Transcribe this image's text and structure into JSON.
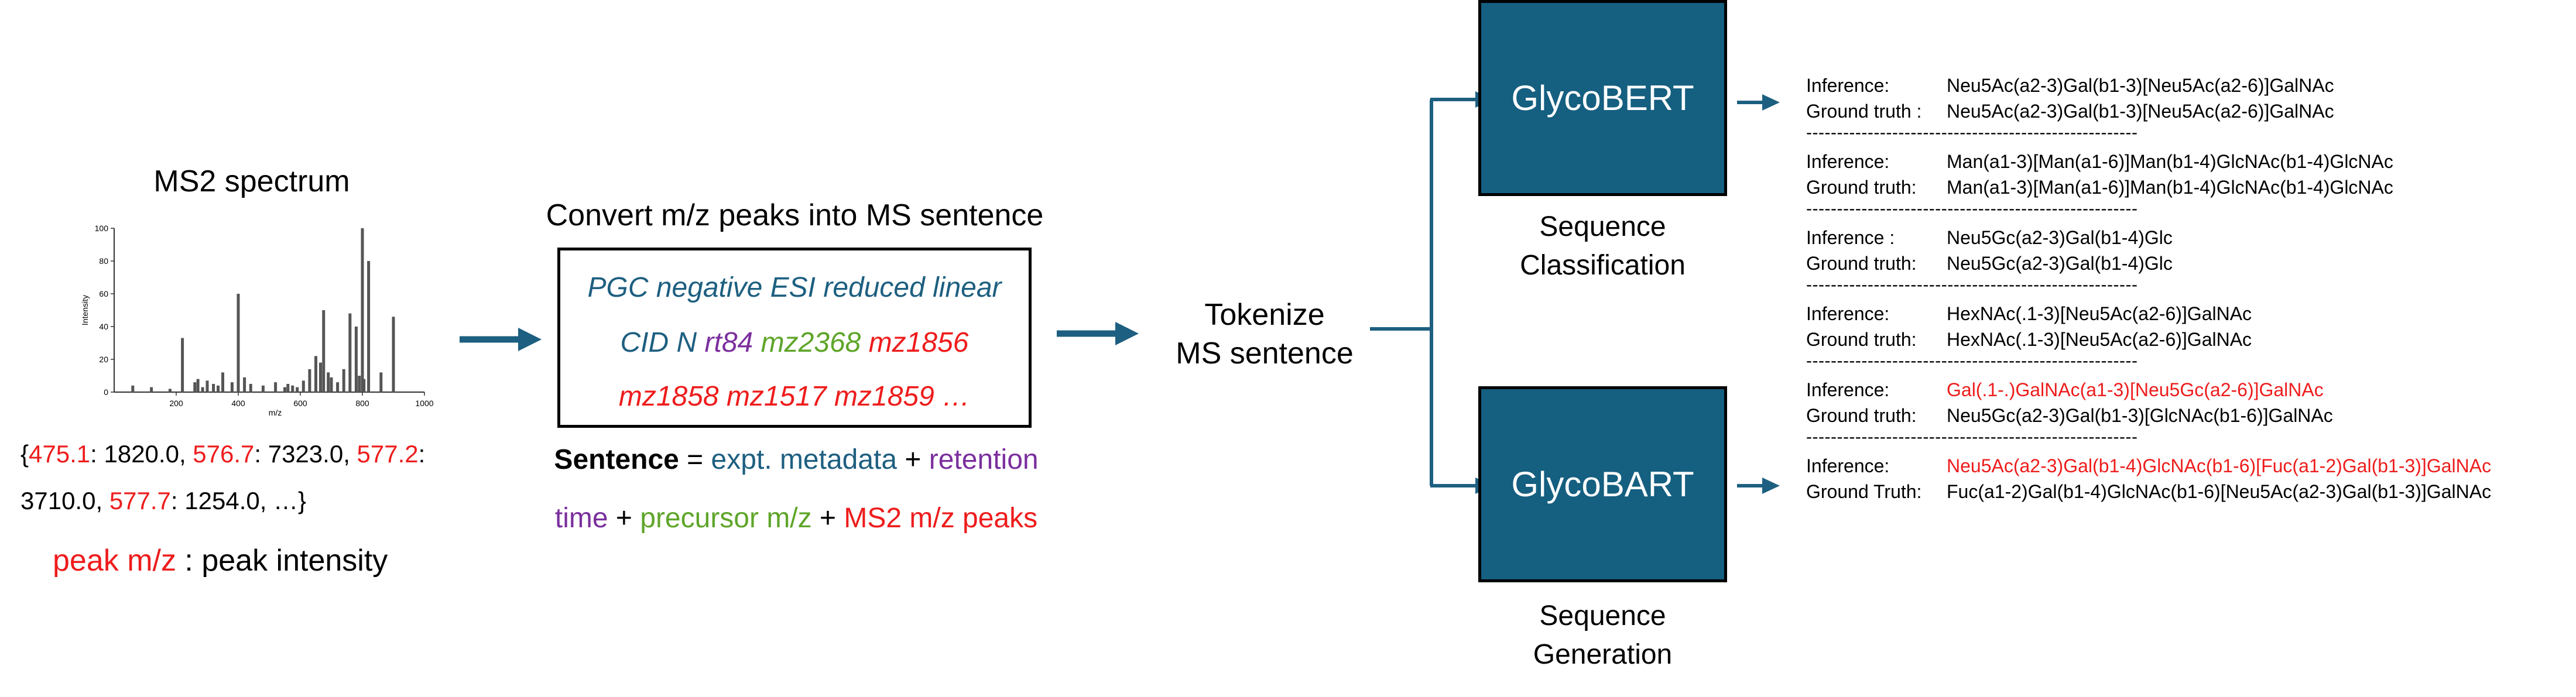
{
  "spectrum": {
    "title": "MS2 spectrum",
    "chart_data": {
      "type": "bar",
      "xlabel": "m/z",
      "ylabel": "Intensity",
      "xlim": [
        0,
        1000
      ],
      "ylim": [
        0,
        100
      ],
      "xticks": [
        "200",
        "400",
        "600",
        "800",
        "1000"
      ],
      "yticks": [
        "0",
        "20",
        "40",
        "60",
        "80",
        "100"
      ],
      "x": [
        60,
        120,
        180,
        220,
        260,
        270,
        285,
        300,
        320,
        335,
        350,
        380,
        400,
        420,
        440,
        480,
        520,
        550,
        560,
        575,
        590,
        610,
        630,
        650,
        665,
        675,
        690,
        700,
        720,
        740,
        760,
        780,
        790,
        800,
        805,
        820,
        860,
        900
      ],
      "values": [
        4,
        3,
        2,
        33,
        6,
        8,
        3,
        7,
        5,
        4,
        12,
        6,
        60,
        9,
        5,
        4,
        6,
        3,
        5,
        4,
        3,
        7,
        14,
        22,
        18,
        50,
        12,
        9,
        6,
        14,
        48,
        40,
        10,
        100,
        8,
        80,
        12,
        46
      ]
    },
    "peaks_line1_parts": [
      {
        "text": "{",
        "color": "black"
      },
      {
        "text": "475.1",
        "color": "red"
      },
      {
        "text": ": 1820.0, ",
        "color": "black"
      },
      {
        "text": "576.7",
        "color": "red"
      },
      {
        "text": ": 7323.0, ",
        "color": "black"
      },
      {
        "text": "577.2",
        "color": "red"
      },
      {
        "text": ":",
        "color": "black"
      }
    ],
    "peaks_line2_parts": [
      {
        "text": "3710.0, ",
        "color": "black"
      },
      {
        "text": "577.7",
        "color": "red"
      },
      {
        "text": ": 1254.0, …}",
        "color": "black"
      }
    ],
    "legend_red": "peak m/z",
    "legend_black": " : peak intensity"
  },
  "sentence": {
    "title": "Convert m/z peaks into MS sentence",
    "line1": "PGC negative ESI reduced linear",
    "line2_parts": [
      {
        "text": "CID N ",
        "color": "blue"
      },
      {
        "text": "rt84 ",
        "color": "purple"
      },
      {
        "text": "mz2368 ",
        "color": "green"
      },
      {
        "text": "mz1856",
        "color": "red"
      }
    ],
    "line3": "mz1858 mz1517 mz1859 …",
    "formula_line1_parts": [
      {
        "text": "Sentence",
        "color": "black",
        "bold": true
      },
      {
        "text": " = ",
        "color": "black"
      },
      {
        "text": "expt. metadata",
        "color": "blue"
      },
      {
        "text": " + ",
        "color": "black"
      },
      {
        "text": "retention",
        "color": "purple"
      }
    ],
    "formula_line2_parts": [
      {
        "text": "time",
        "color": "purple"
      },
      {
        "text": " + ",
        "color": "black"
      },
      {
        "text": "precursor m/z",
        "color": "green"
      },
      {
        "text": " + ",
        "color": "black"
      },
      {
        "text": "MS2 m/z peaks",
        "color": "red"
      }
    ]
  },
  "tokenize": {
    "line1": "Tokenize",
    "line2": "MS sentence"
  },
  "models": {
    "bert": {
      "name": "GlycoBERT",
      "cap1": "Sequence",
      "cap2": "Classification"
    },
    "bart": {
      "name": "GlycoBART",
      "cap1": "Sequence",
      "cap2": "Generation"
    }
  },
  "results": [
    {
      "l1": "Inference:",
      "v1": "Neu5Ac(a2-3)Gal(b1-3)[Neu5Ac(a2-6)]GalNAc",
      "r1": false,
      "l2": "Ground truth :",
      "v2": "Neu5Ac(a2-3)Gal(b1-3)[Neu5Ac(a2-6)]GalNAc"
    },
    {
      "l1": "Inference:",
      "v1": "Man(a1-3)[Man(a1-6)]Man(b1-4)GlcNAc(b1-4)GlcNAc",
      "r1": false,
      "l2": "Ground truth:",
      "v2": "Man(a1-3)[Man(a1-6)]Man(b1-4)GlcNAc(b1-4)GlcNAc"
    },
    {
      "l1": "Inference :",
      "v1": "Neu5Gc(a2-3)Gal(b1-4)Glc",
      "r1": false,
      "l2": "Ground truth:",
      "v2": "Neu5Gc(a2-3)Gal(b1-4)Glc"
    },
    {
      "l1": "Inference:",
      "v1": "HexNAc(.1-3)[Neu5Ac(a2-6)]GalNAc",
      "r1": false,
      "l2": "Ground truth:",
      "v2": "HexNAc(.1-3)[Neu5Ac(a2-6)]GalNAc"
    },
    {
      "l1": "Inference:",
      "v1": "Gal(.1-.)GalNAc(a1-3)[Neu5Gc(a2-6)]GalNAc",
      "r1": true,
      "l2": "Ground truth:",
      "v2": "Neu5Gc(a2-3)Gal(b1-3)[GlcNAc(b1-6)]GalNAc"
    },
    {
      "l1": "Inference:",
      "v1": "Neu5Ac(a2-3)Gal(b1-4)GlcNAc(b1-6)[Fuc(a1-2)Gal(b1-3)]GalNAc",
      "r1": true,
      "l2": "Ground Truth:",
      "v2": "Fuc(a1-2)Gal(b1-4)GlcNAc(b1-6)[Neu5Ac(a2-3)Gal(b1-3)]GalNAc"
    }
  ],
  "separator": "------------------------------------------------------",
  "colors": {
    "model_fill": "#155f80",
    "arrow": "#1d5f80",
    "red": "#ee1c1c",
    "blue": "#1d5f80",
    "purple": "#7b2f9e",
    "green": "#5ea529"
  }
}
